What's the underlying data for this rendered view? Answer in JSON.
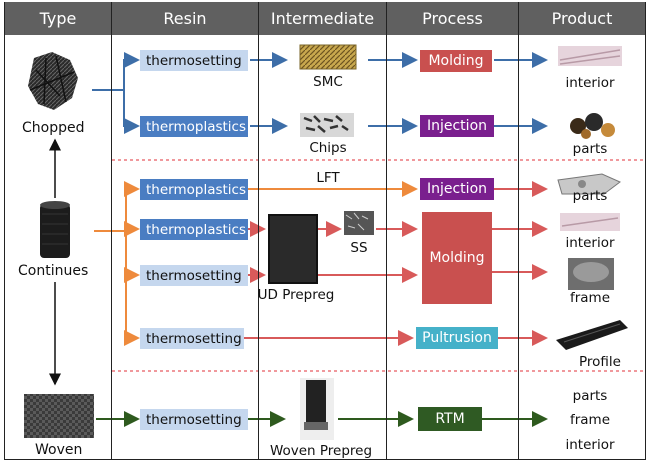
{
  "headers": {
    "type": "Type",
    "resin": "Resin",
    "intermediate": "Intermediate",
    "process": "Process",
    "product": "Product"
  },
  "types": {
    "chopped": "Chopped",
    "continues": "Continues",
    "woven": "Woven"
  },
  "resins": {
    "r1": "thermosetting",
    "r2": "thermoplastics",
    "r3": "thermoplastics",
    "r4": "thermoplastics",
    "r5": "thermosetting",
    "r6": "thermosetting",
    "r7": "thermosetting"
  },
  "intermediates": {
    "smc": "SMC",
    "chips": "Chips",
    "lft": "LFT",
    "ss": "SS",
    "ud_prepreg": "UD Prepreg",
    "woven_prepreg": "Woven Prepreg"
  },
  "processes": {
    "molding_top": "Molding",
    "injection_1": "Injection",
    "injection_2": "Injection",
    "molding_mid": "Molding",
    "pultrusion": "Pultrusion",
    "rtm": "RTM"
  },
  "products": {
    "p1": "interior",
    "p2": "parts",
    "p3": "parts",
    "p4": "interior",
    "p5": "frame",
    "p6": "Profile",
    "p7": "parts",
    "p8": "frame",
    "p9": "interior"
  },
  "colors": {
    "header_bg": "#606060",
    "blue_arrow": "#3d6ea8",
    "orange_arrow": "#ee8a3c",
    "red_arrow": "#d85a5a",
    "green_arrow": "#2e5a1e",
    "molding": "#c9504f",
    "injection": "#7a1f8e",
    "pultrusion": "#45b1c9",
    "rtm": "#2f5a23",
    "light_box": "#c5d7ee",
    "dark_box": "#4a7dc2",
    "divider": "#e0303a"
  }
}
